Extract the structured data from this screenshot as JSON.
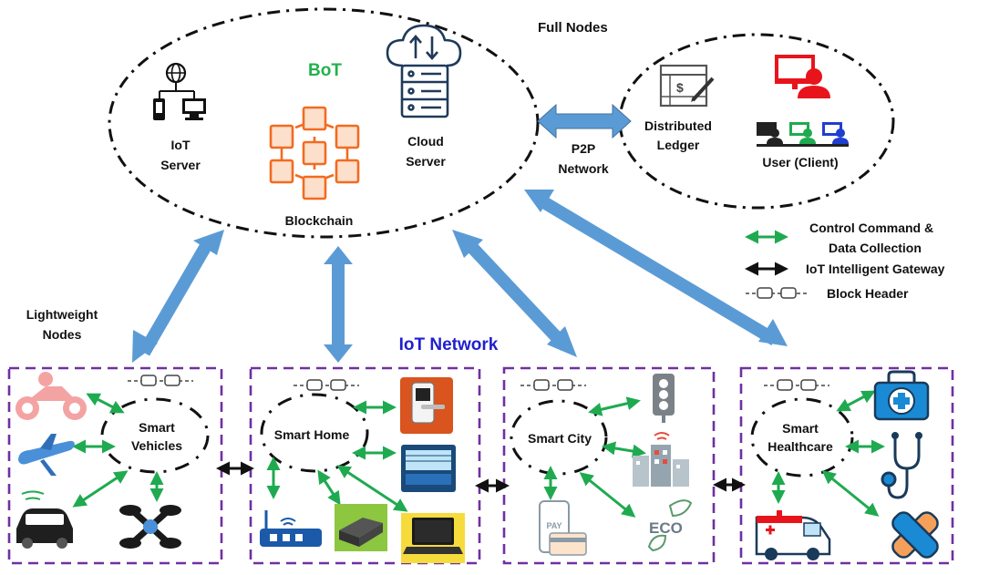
{
  "colors": {
    "bot_title": "#22b14c",
    "iot_title": "#1f1fd0",
    "link_blue": "#5b9bd5",
    "green_arrow": "#1faa50",
    "dashed_box": "#7030a0",
    "blockchain_orange": "#f26b21",
    "icon_navy": "#1f3a5a",
    "red_user": "#e8141c"
  },
  "labels": {
    "full_nodes": "Full Nodes",
    "bot": "BoT",
    "iot_server": [
      "IoT",
      "Server"
    ],
    "cloud_server": [
      "Cloud",
      "Server"
    ],
    "blockchain": "Blockchain",
    "p2p_network": [
      "P2P",
      "Network"
    ],
    "distributed_ledger": [
      "Distributed",
      "Ledger"
    ],
    "user_client": "User (Client)",
    "lightweight_nodes": [
      "Lightweight",
      "Nodes"
    ],
    "iot_network": "IoT Network",
    "smart_vehicles": [
      "Smart",
      "Vehicles"
    ],
    "smart_home": "Smart Home",
    "smart_city": "Smart City",
    "smart_healthcare": [
      "Smart",
      "Healthcare"
    ],
    "eco": "ECO",
    "pay": "PAY"
  },
  "legend": [
    {
      "key": "green",
      "text": [
        "Control Command &",
        "Data Collection"
      ]
    },
    {
      "key": "black",
      "text": [
        "IoT Intelligent Gateway"
      ]
    },
    {
      "key": "header",
      "text": [
        "Block Header"
      ]
    }
  ]
}
